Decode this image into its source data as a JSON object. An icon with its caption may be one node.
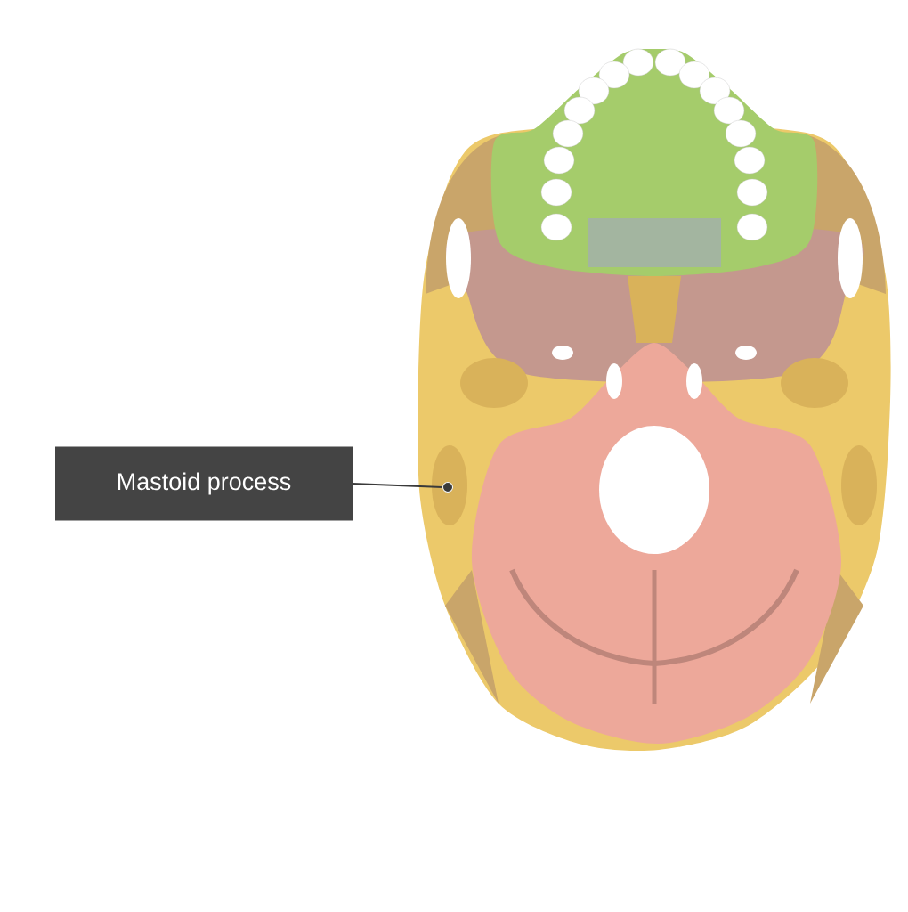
{
  "diagram": {
    "nodes": [
      {
        "text": [
          "Mastoid process"
        ]
      },
      {
        "text": [],
        "shape": "circle"
      }
    ],
    "edges": [
      {
        "from": 0,
        "to": 1,
        "arrow": "none"
      }
    ]
  }
}
